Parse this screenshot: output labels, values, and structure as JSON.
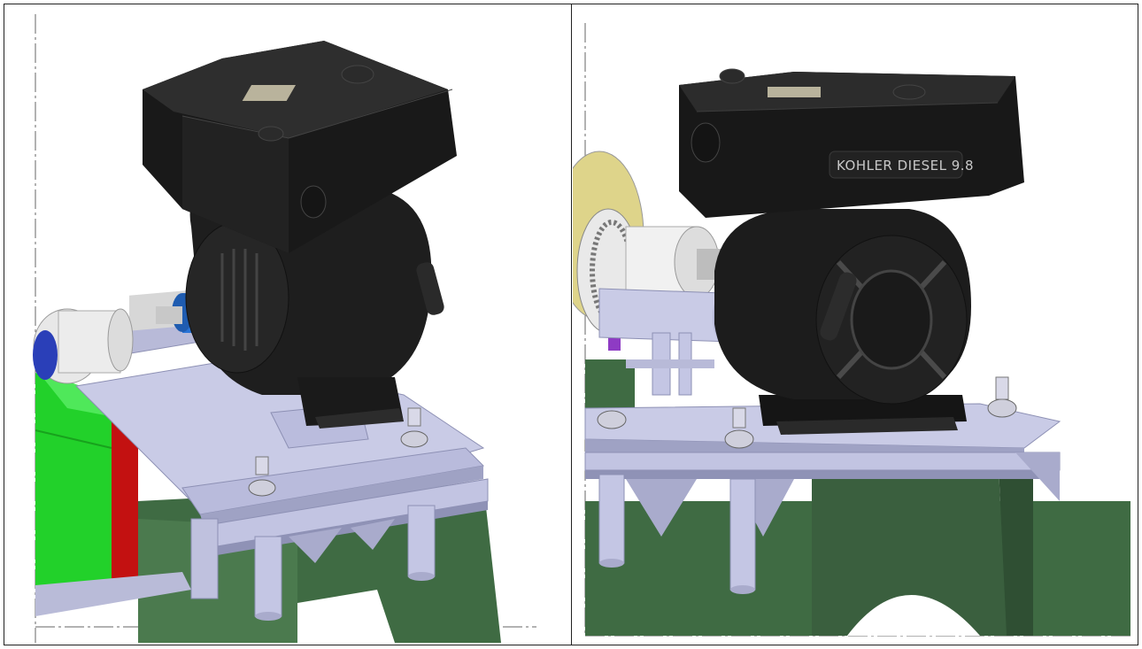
{
  "views": [
    {
      "id": "left",
      "type": "cad-render-3d"
    },
    {
      "id": "right",
      "type": "cad-render-3d",
      "engine_label": "KOHLER DIESEL 9.8"
    }
  ],
  "colors": {
    "engine": "#1c1c1c",
    "engine_highlight": "#3a3a3a",
    "plate": "#c9cbe6",
    "plate_shadow": "#9fa2c4",
    "frame_green": "#3f6b43",
    "guard_green": "#26d42a",
    "guard_red": "#c11010",
    "coupling_blue": "#2a74d6",
    "flywheel_white": "#e6e6e6",
    "flange_yellow": "#ded48a",
    "bracket_purple": "#8e3bc4",
    "centerline": "#555555"
  }
}
